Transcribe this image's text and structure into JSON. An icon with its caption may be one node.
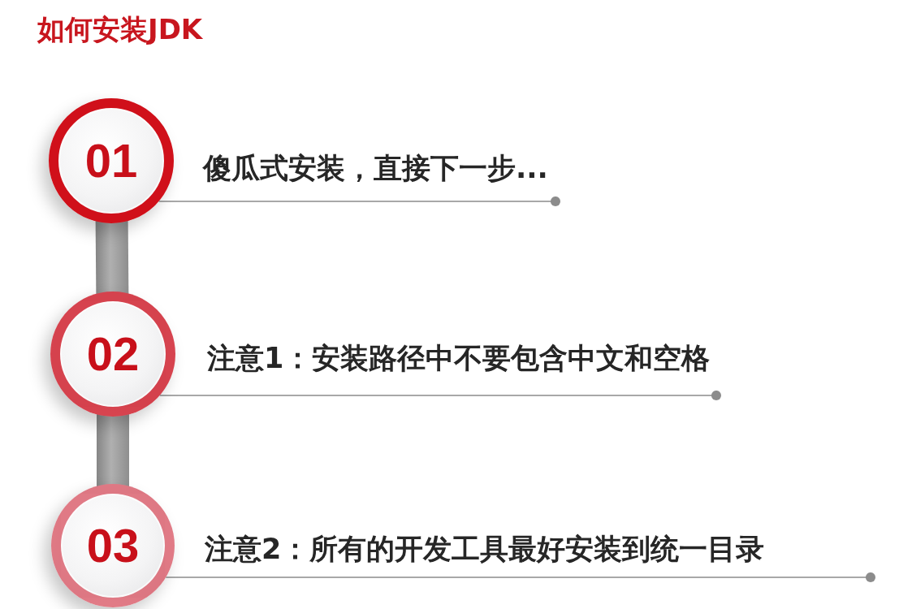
{
  "diagram": {
    "title": "如何安装JDK",
    "nodes": [
      {
        "text": [
          "01"
        ],
        "beside": [
          "傻瓜式安装，直接下一步..."
        ]
      },
      {
        "text": [
          "02"
        ],
        "beside": [
          "注意1：安装路径中不要包含中文和空格"
        ]
      },
      {
        "text": [
          "03"
        ],
        "beside": [
          "注意2：所有的开发工具最好安装到统一目录"
        ]
      }
    ],
    "edges": [
      {
        "from": 0,
        "to": 1,
        "arrow": "none",
        "style": "thick"
      },
      {
        "from": 1,
        "to": 2,
        "arrow": "none",
        "style": "thick"
      },
      {
        "from": 0,
        "to": null,
        "arrow": "other"
      },
      {
        "from": 1,
        "to": null,
        "arrow": "other"
      },
      {
        "from": 2,
        "to": null,
        "arrow": "other"
      }
    ]
  }
}
